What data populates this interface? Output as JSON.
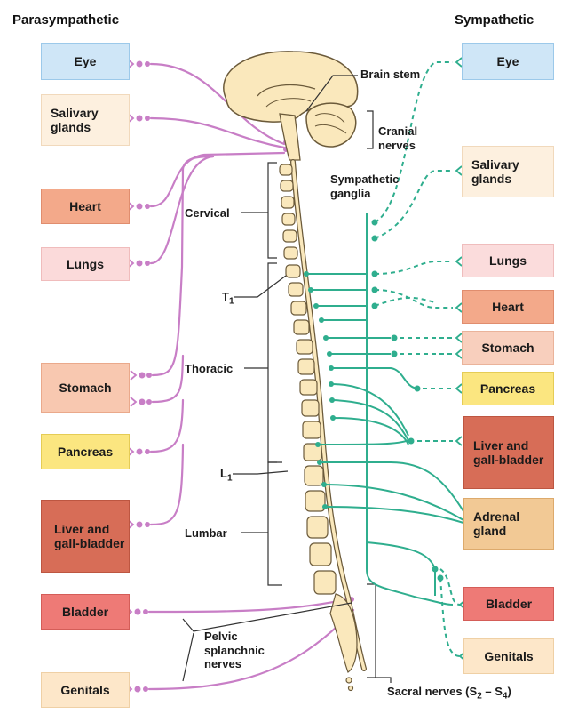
{
  "headers": {
    "left": "Parasympathetic",
    "right": "Sympathetic"
  },
  "colors": {
    "parasympathetic": "#c87ec6",
    "sympathetic": "#2fae8e",
    "bone": "#fae8bc",
    "bone_outline": "#6b5a3a"
  },
  "left_organs": [
    "Eye",
    "Salivary glands",
    "Heart",
    "Lungs",
    "Stomach",
    "Pancreas",
    "Liver and gall-bladder",
    "Bladder",
    "Genitals"
  ],
  "right_organs": [
    "Eye",
    "Salivary glands",
    "Lungs",
    "Heart",
    "Stomach",
    "Pancreas",
    "Liver and gall-bladder",
    "Adrenal gland",
    "Bladder",
    "Genitals"
  ],
  "labels": {
    "brain_stem": "Brain stem",
    "cranial_nerves": "Cranial nerves",
    "sympathetic_ganglia": "Sympathetic ganglia",
    "cervical": "Cervical",
    "t1_letter": "T",
    "t1_sub": "1",
    "thoracic": "Thoracic",
    "l1_letter": "L",
    "l1_sub": "1",
    "lumbar": "Lumbar",
    "pelvic_splanchnic_nerves": "Pelvic splanchnic nerves",
    "sacral_prefix": "Sacral nerves (S",
    "sacral_sub1": "2",
    "sacral_mid": " – S",
    "sacral_sub2": "4",
    "sacral_suffix": ")"
  }
}
